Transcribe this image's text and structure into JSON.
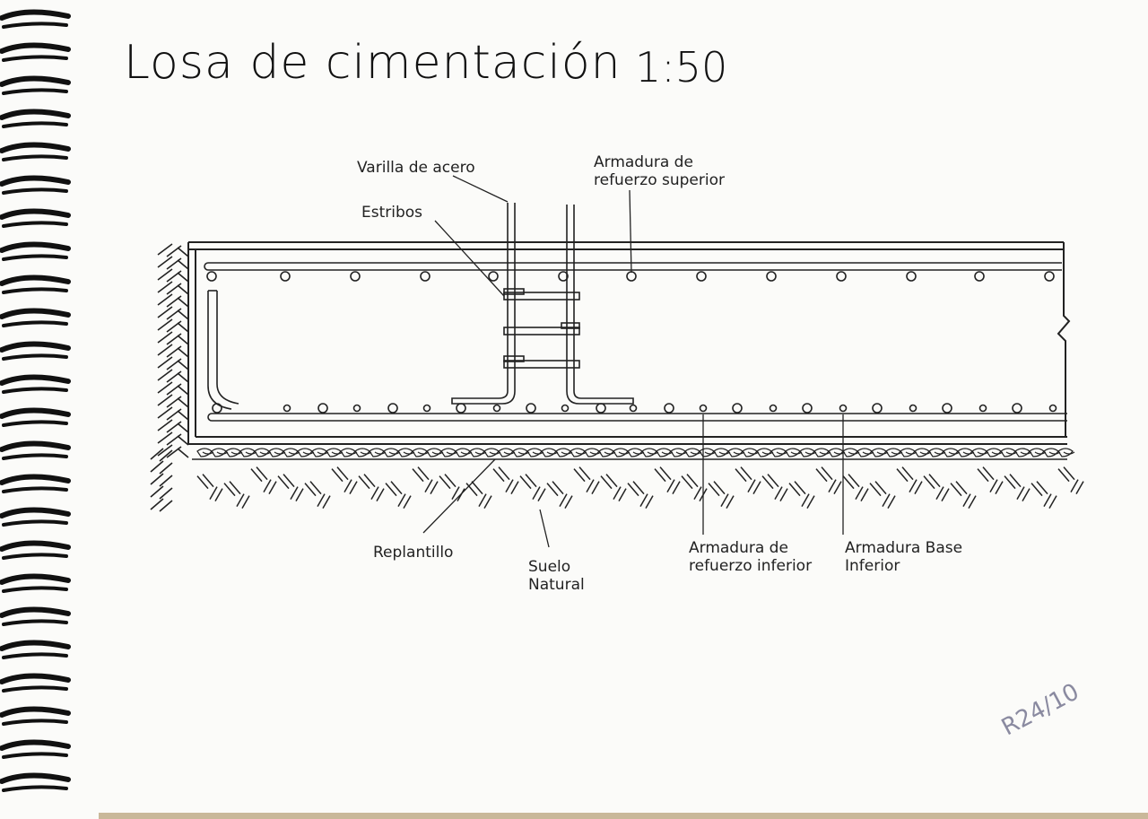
{
  "title": "Losa de cimentación",
  "scale": "1:50",
  "labels": {
    "varilla": "Varilla de acero",
    "estribos": "Estribos",
    "armadura_superior": "Armadura de\nrefuerzo superior",
    "replantillo": "Replantillo",
    "suelo": "Suelo\nNatural",
    "armadura_ref_inferior": "Armadura de\nrefuerzo inferior",
    "armadura_base": "Armadura Base\nInferior"
  },
  "signature": "R24/10",
  "colors": {
    "ink": "#222222",
    "paper": "#fbfbf9",
    "spiral": "#111111",
    "pencil": "#8a8aa0"
  },
  "icons": {
    "binding": "spiral-binding-icon",
    "break": "break-line-icon"
  }
}
